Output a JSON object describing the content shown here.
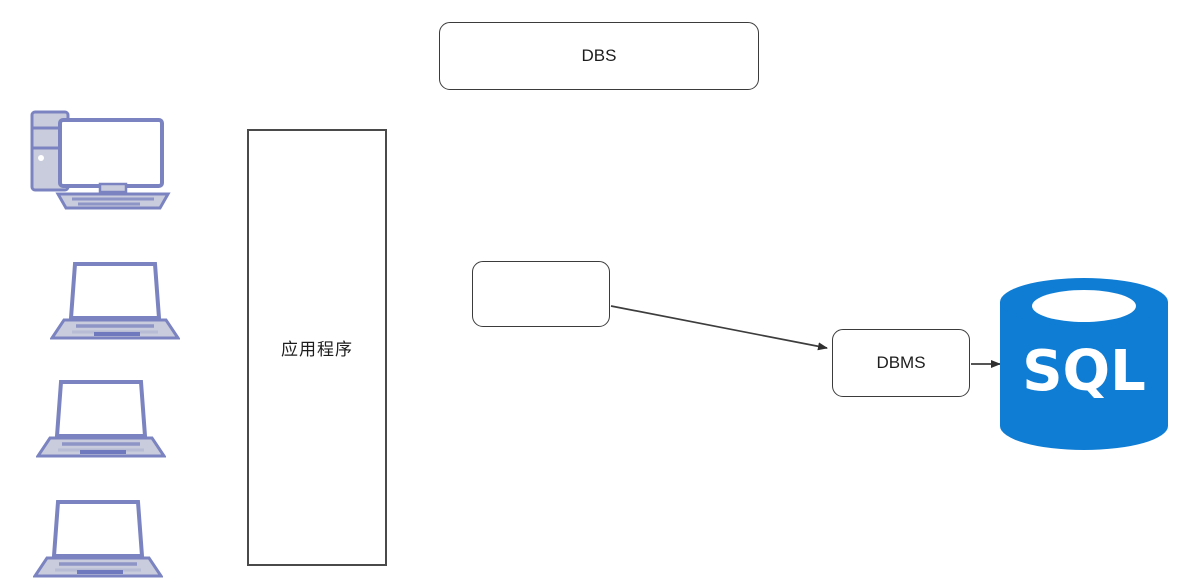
{
  "diagram": {
    "title": "DBS architecture diagram",
    "nodes": {
      "dbs": {
        "label": "DBS",
        "shape": "rounded-rectangle"
      },
      "application": {
        "label": "应用程序",
        "shape": "rectangle"
      },
      "blank": {
        "label": "",
        "shape": "rounded-rectangle"
      },
      "dbms": {
        "label": "DBMS",
        "shape": "rounded-rectangle"
      },
      "database": {
        "label": "SQL",
        "shape": "cylinder"
      }
    },
    "clients": [
      {
        "icon": "desktop-computer-icon",
        "label": ""
      },
      {
        "icon": "laptop-icon",
        "label": ""
      },
      {
        "icon": "laptop-icon",
        "label": ""
      },
      {
        "icon": "laptop-icon",
        "label": ""
      }
    ],
    "connectors": [
      {
        "from": "blank",
        "to": "dbms",
        "arrow": true
      },
      {
        "from": "dbms",
        "to": "database",
        "arrow": true
      }
    ],
    "colors": {
      "database_blue": "#0f7dd4",
      "device_outline": "#7b84c0",
      "device_fill": "#c9ccdd",
      "box_border": "#3b3b3b",
      "connector": "#3d3d3d",
      "text": "#1d1d1d"
    }
  }
}
